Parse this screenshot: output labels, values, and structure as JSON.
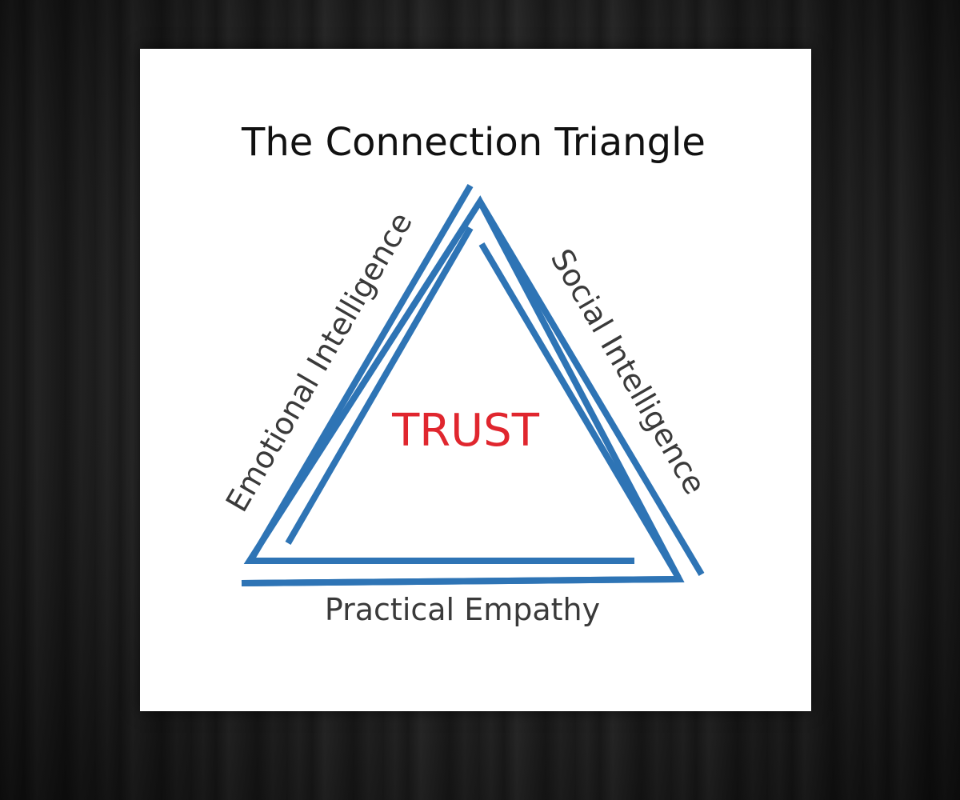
{
  "diagram": {
    "title": "The Connection Triangle",
    "center_label": "TRUST",
    "sides": {
      "left": "Emotional Intelligence",
      "right": "Social Intelligence",
      "bottom": "Practical Empathy"
    }
  },
  "colors": {
    "line": "#2e74b5",
    "center_text": "#e0262e",
    "title_text": "#111111",
    "label_text": "#3a3a3a"
  }
}
